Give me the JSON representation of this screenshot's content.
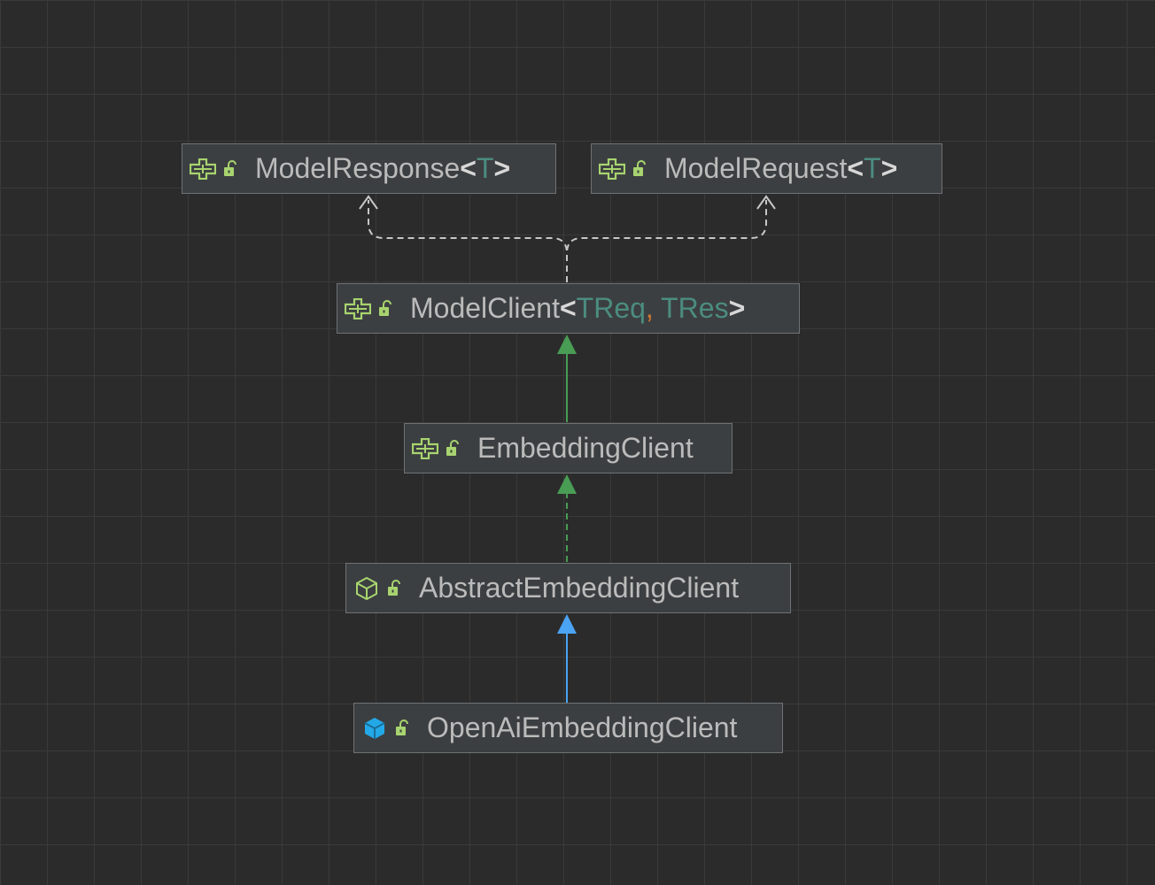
{
  "colors": {
    "background": "#2b2b2b",
    "grid": "#3a3a3a",
    "node_fill": "#3c3f41",
    "node_border": "#6f7275",
    "text": "#bbbbbb",
    "type_param": "#4b8c80",
    "comma": "#cc7832",
    "interface_icon": "#a8d46f",
    "class_icon": "#23a9e8",
    "edge_dependency": "#c7c7c7",
    "edge_interface_extends": "#499c54",
    "edge_class_extends": "#4aa3f3"
  },
  "nodes": {
    "model_response": {
      "name": "ModelResponse",
      "lt": "<",
      "params": [
        "T"
      ],
      "gt": ">",
      "kind_icon": "interface-icon",
      "visibility_icon": "public-lock-icon"
    },
    "model_request": {
      "name": "ModelRequest",
      "lt": "<",
      "params": [
        "T"
      ],
      "gt": ">",
      "kind_icon": "interface-icon",
      "visibility_icon": "public-lock-icon"
    },
    "model_client": {
      "name": "ModelClient",
      "lt": "<",
      "params": [
        "TReq",
        "TRes"
      ],
      "separator": ", ",
      "gt": ">",
      "kind_icon": "interface-icon",
      "visibility_icon": "public-lock-icon"
    },
    "embedding_client": {
      "name": "EmbeddingClient",
      "kind_icon": "interface-icon",
      "visibility_icon": "public-lock-icon"
    },
    "abstract_embedding_client": {
      "name": "AbstractEmbeddingClient",
      "kind_icon": "abstract-class-icon",
      "visibility_icon": "public-lock-icon"
    },
    "openai_embedding_client": {
      "name": "OpenAiEmbeddingClient",
      "kind_icon": "class-icon",
      "visibility_icon": "public-lock-icon"
    }
  },
  "edges": [
    {
      "from": "model_client",
      "to": "model_response",
      "style": "dashed",
      "head": "open-arrow",
      "color": "#c7c7c7"
    },
    {
      "from": "model_client",
      "to": "model_request",
      "style": "dashed",
      "head": "open-arrow",
      "color": "#c7c7c7"
    },
    {
      "from": "embedding_client",
      "to": "model_client",
      "style": "solid",
      "head": "filled-triangle",
      "color": "#499c54"
    },
    {
      "from": "abstract_embedding_client",
      "to": "embedding_client",
      "style": "dashed",
      "head": "filled-triangle",
      "color": "#499c54"
    },
    {
      "from": "openai_embedding_client",
      "to": "abstract_embedding_client",
      "style": "solid",
      "head": "filled-triangle",
      "color": "#4aa3f3"
    }
  ]
}
